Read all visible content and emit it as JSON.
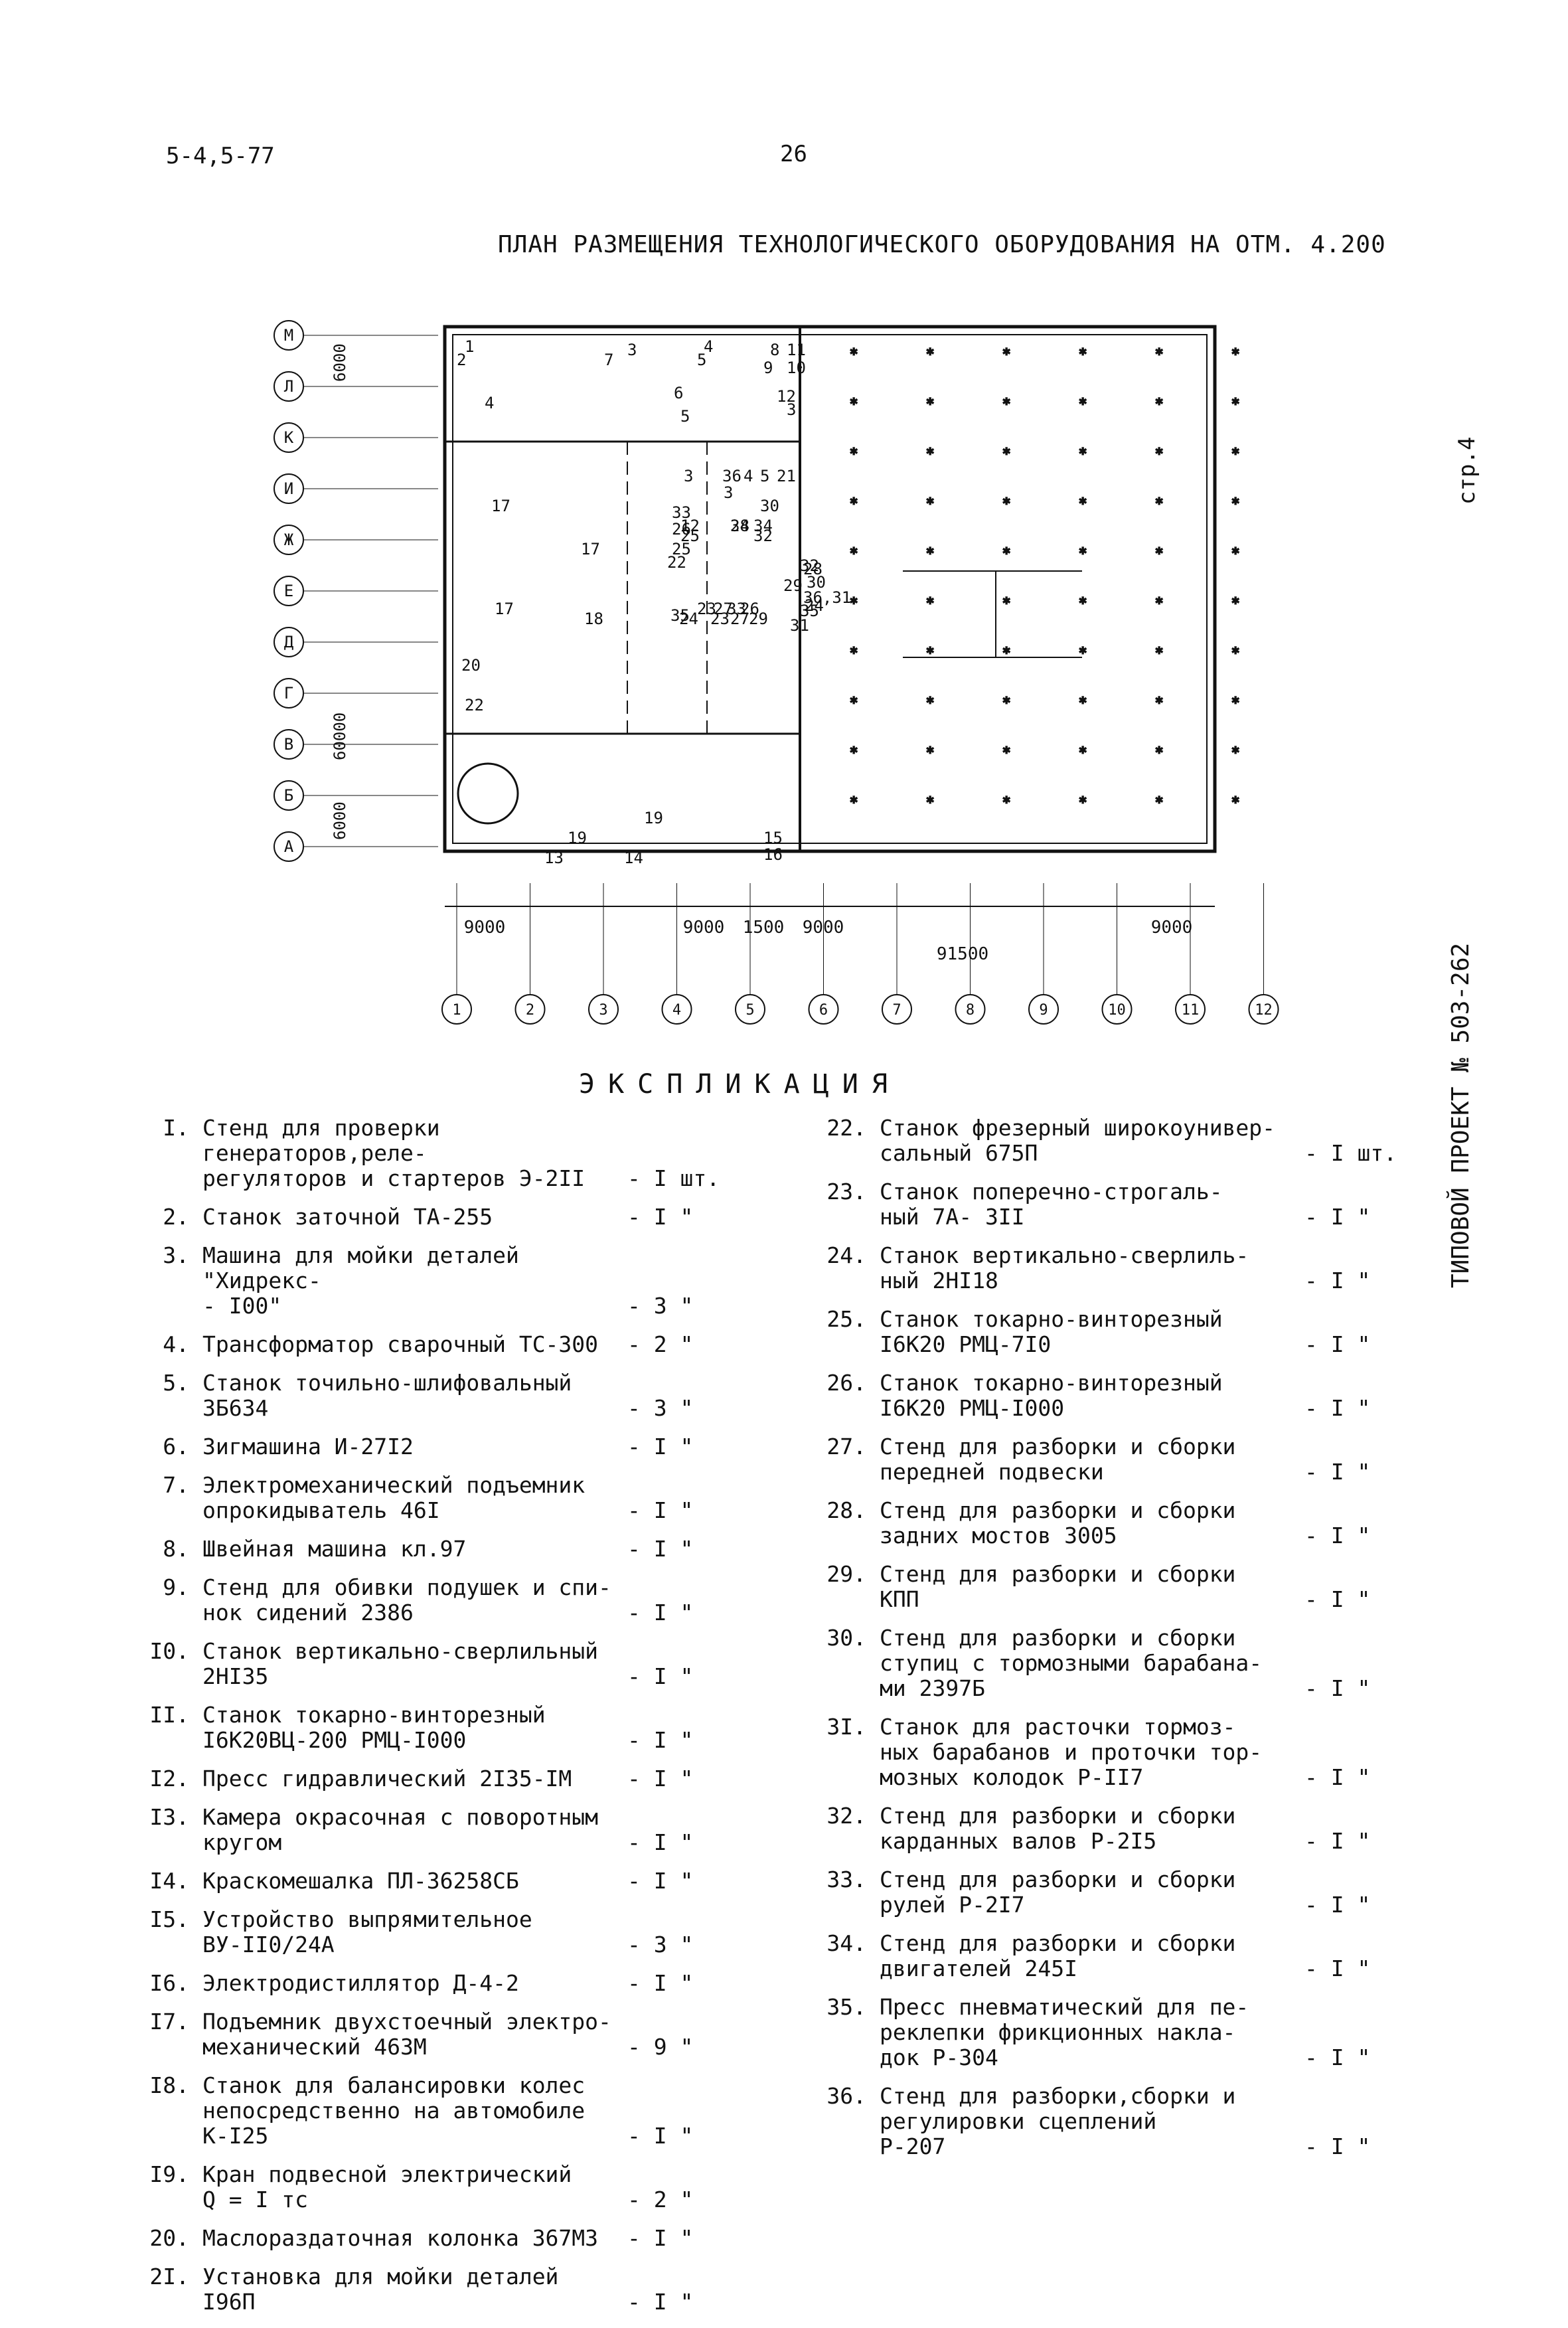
{
  "header": {
    "code": "5-4,5-77",
    "page_number": "26",
    "title": "ПЛАН РАЗМЕЩЕНИЯ ТЕХНОЛОГИЧЕСКОГО ОБОРУДОВАНИЯ НА ОТМ. 4.200"
  },
  "side": {
    "sheet": "стр.4",
    "project": "ТИПОВОЙ ПРОЕКТ № 503-262"
  },
  "plan": {
    "row_axes": [
      "М",
      "Л",
      "К",
      "И",
      "Ж",
      "Е",
      "Д",
      "Г",
      "В",
      "Б",
      "А"
    ],
    "col_axes": [
      "1",
      "2",
      "3",
      "4",
      "5",
      "6",
      "7",
      "8",
      "9",
      "10",
      "11",
      "12"
    ],
    "dims_vertical": [
      "6000",
      "60000",
      "6000"
    ],
    "dims_horizontal": [
      "9000",
      "9000",
      "1500",
      "9000",
      "9000",
      "91500"
    ],
    "labels": [
      "1",
      "2",
      "3",
      "4",
      "5",
      "6",
      "7",
      "8",
      "9",
      "10",
      "11",
      "12",
      "3",
      "4",
      "5",
      "3",
      "4",
      "13",
      "14",
      "15",
      "16",
      "17",
      "17",
      "17",
      "18",
      "19",
      "19",
      "20",
      "21",
      "22",
      "23",
      "24",
      "25",
      "26",
      "27",
      "28",
      "29",
      "30",
      "31",
      "32",
      "33",
      "34",
      "35",
      "36",
      "5",
      "3",
      "12",
      "28",
      "34",
      "32",
      "30",
      "36,31",
      "35",
      "24",
      "23",
      "27",
      "29",
      "33",
      "26",
      "25",
      "22"
    ]
  },
  "explication": {
    "title": "ЭКСПЛИКАЦИЯ",
    "left": [
      {
        "num": "I.",
        "name": "Стенд для проверки генераторов,реле-\nрегуляторов и стартеров Э-2II",
        "qty": "- I шт."
      },
      {
        "num": "2.",
        "name": "Станок заточной ТА-255",
        "qty": "- I \""
      },
      {
        "num": "3.",
        "name": "Машина для мойки деталей \"Хидрекс-\n- I00\"",
        "qty": "- 3 \""
      },
      {
        "num": "4.",
        "name": "Трансформатор сварочный ТС-300",
        "qty": "- 2 \""
      },
      {
        "num": "5.",
        "name": "Станок точильно-шлифовальный\n3Б634",
        "qty": "- 3 \""
      },
      {
        "num": "6.",
        "name": "Зигмашина И-27I2",
        "qty": "- I \""
      },
      {
        "num": "7.",
        "name": "Электромеханический подъемник\nопрокидыватель 46I",
        "qty": "- I \""
      },
      {
        "num": "8.",
        "name": "Швейная машина кл.97",
        "qty": "- I \""
      },
      {
        "num": "9.",
        "name": "Стенд для обивки подушек и спи-\nнок сидений 2386",
        "qty": "- I \""
      },
      {
        "num": "I0.",
        "name": "Станок вертикально-сверлильный\n2HI35",
        "qty": "- I \""
      },
      {
        "num": "II.",
        "name": "Станок токарно-винторезный\nI6К20ВЦ-200 РМЦ-I000",
        "qty": "- I \""
      },
      {
        "num": "I2.",
        "name": "Пресс гидравлический 2I35-IМ",
        "qty": "- I \""
      },
      {
        "num": "I3.",
        "name": "Камера окрасочная с поворотным\nкругом",
        "qty": "- I \""
      },
      {
        "num": "I4.",
        "name": "Краскомешалка ПЛ-36258СБ",
        "qty": "- I \""
      },
      {
        "num": "I5.",
        "name": "Устройство выпрямительное\nВУ-II0/24А",
        "qty": "- 3 \""
      },
      {
        "num": "I6.",
        "name": "Электродистиллятор Д-4-2",
        "qty": "- I \""
      },
      {
        "num": "I7.",
        "name": "Подъемник двухстоечный электро-\nмеханический 463М",
        "qty": "- 9 \""
      },
      {
        "num": "I8.",
        "name": "Станок для балансировки колес\nнепосредственно на автомобиле\nК-I25",
        "qty": "- I \""
      },
      {
        "num": "I9.",
        "name": "Кран подвесной электрический\nQ = I тс",
        "qty": "- 2 \""
      },
      {
        "num": "20.",
        "name": "Маслораздаточная колонка 367М3",
        "qty": "- I \""
      },
      {
        "num": "2I.",
        "name": "Установка для мойки деталей\nI96П",
        "qty": "- I \""
      }
    ],
    "right": [
      {
        "num": "22.",
        "name": "Станок фрезерный широкоунивер-\nсальный 675П",
        "qty": "- I шт."
      },
      {
        "num": "23.",
        "name": "Станок поперечно-строгаль-\nный 7А- 3II",
        "qty": "- I \""
      },
      {
        "num": "24.",
        "name": "Станок вертикально-сверлиль-\nный 2HI18",
        "qty": "- I \""
      },
      {
        "num": "25.",
        "name": "Станок токарно-винторезный\nI6К20 РМЦ-7I0",
        "qty": "- I \""
      },
      {
        "num": "26.",
        "name": "Станок токарно-винторезный\nI6К20 РМЦ-I000",
        "qty": "- I \""
      },
      {
        "num": "27.",
        "name": "Стенд для разборки и сборки\nпередней подвески",
        "qty": "- I \""
      },
      {
        "num": "28.",
        "name": "Стенд для разборки и сборки\nзадних мостов 3005",
        "qty": "- I \""
      },
      {
        "num": "29.",
        "name": "Стенд для разборки и сборки\nКПП",
        "qty": "- I \""
      },
      {
        "num": "30.",
        "name": "Стенд для разборки и сборки\nступиц с тормозными барабана-\nми 2397Б",
        "qty": "- I \""
      },
      {
        "num": "3I.",
        "name": "Станок для расточки тормоз-\nных барабанов и проточки тор-\nмозных колодок Р-II7",
        "qty": "- I \""
      },
      {
        "num": "32.",
        "name": "Стенд для разборки и сборки\nкарданных валов Р-2I5",
        "qty": "- I \""
      },
      {
        "num": "33.",
        "name": "Стенд для разборки и сборки\nрулей Р-2I7",
        "qty": "- I \""
      },
      {
        "num": "34.",
        "name": "Стенд для разборки и сборки\nдвигателей 245I",
        "qty": "- I \""
      },
      {
        "num": "35.",
        "name": "Пресс пневматический для пе-\nреклепки фрикционных накла-\nдок Р-304",
        "qty": "- I \""
      },
      {
        "num": "36.",
        "name": "Стенд для разборки,сборки и\nрегулировки сцеплений\nР-207",
        "qty": "- I \""
      }
    ]
  }
}
